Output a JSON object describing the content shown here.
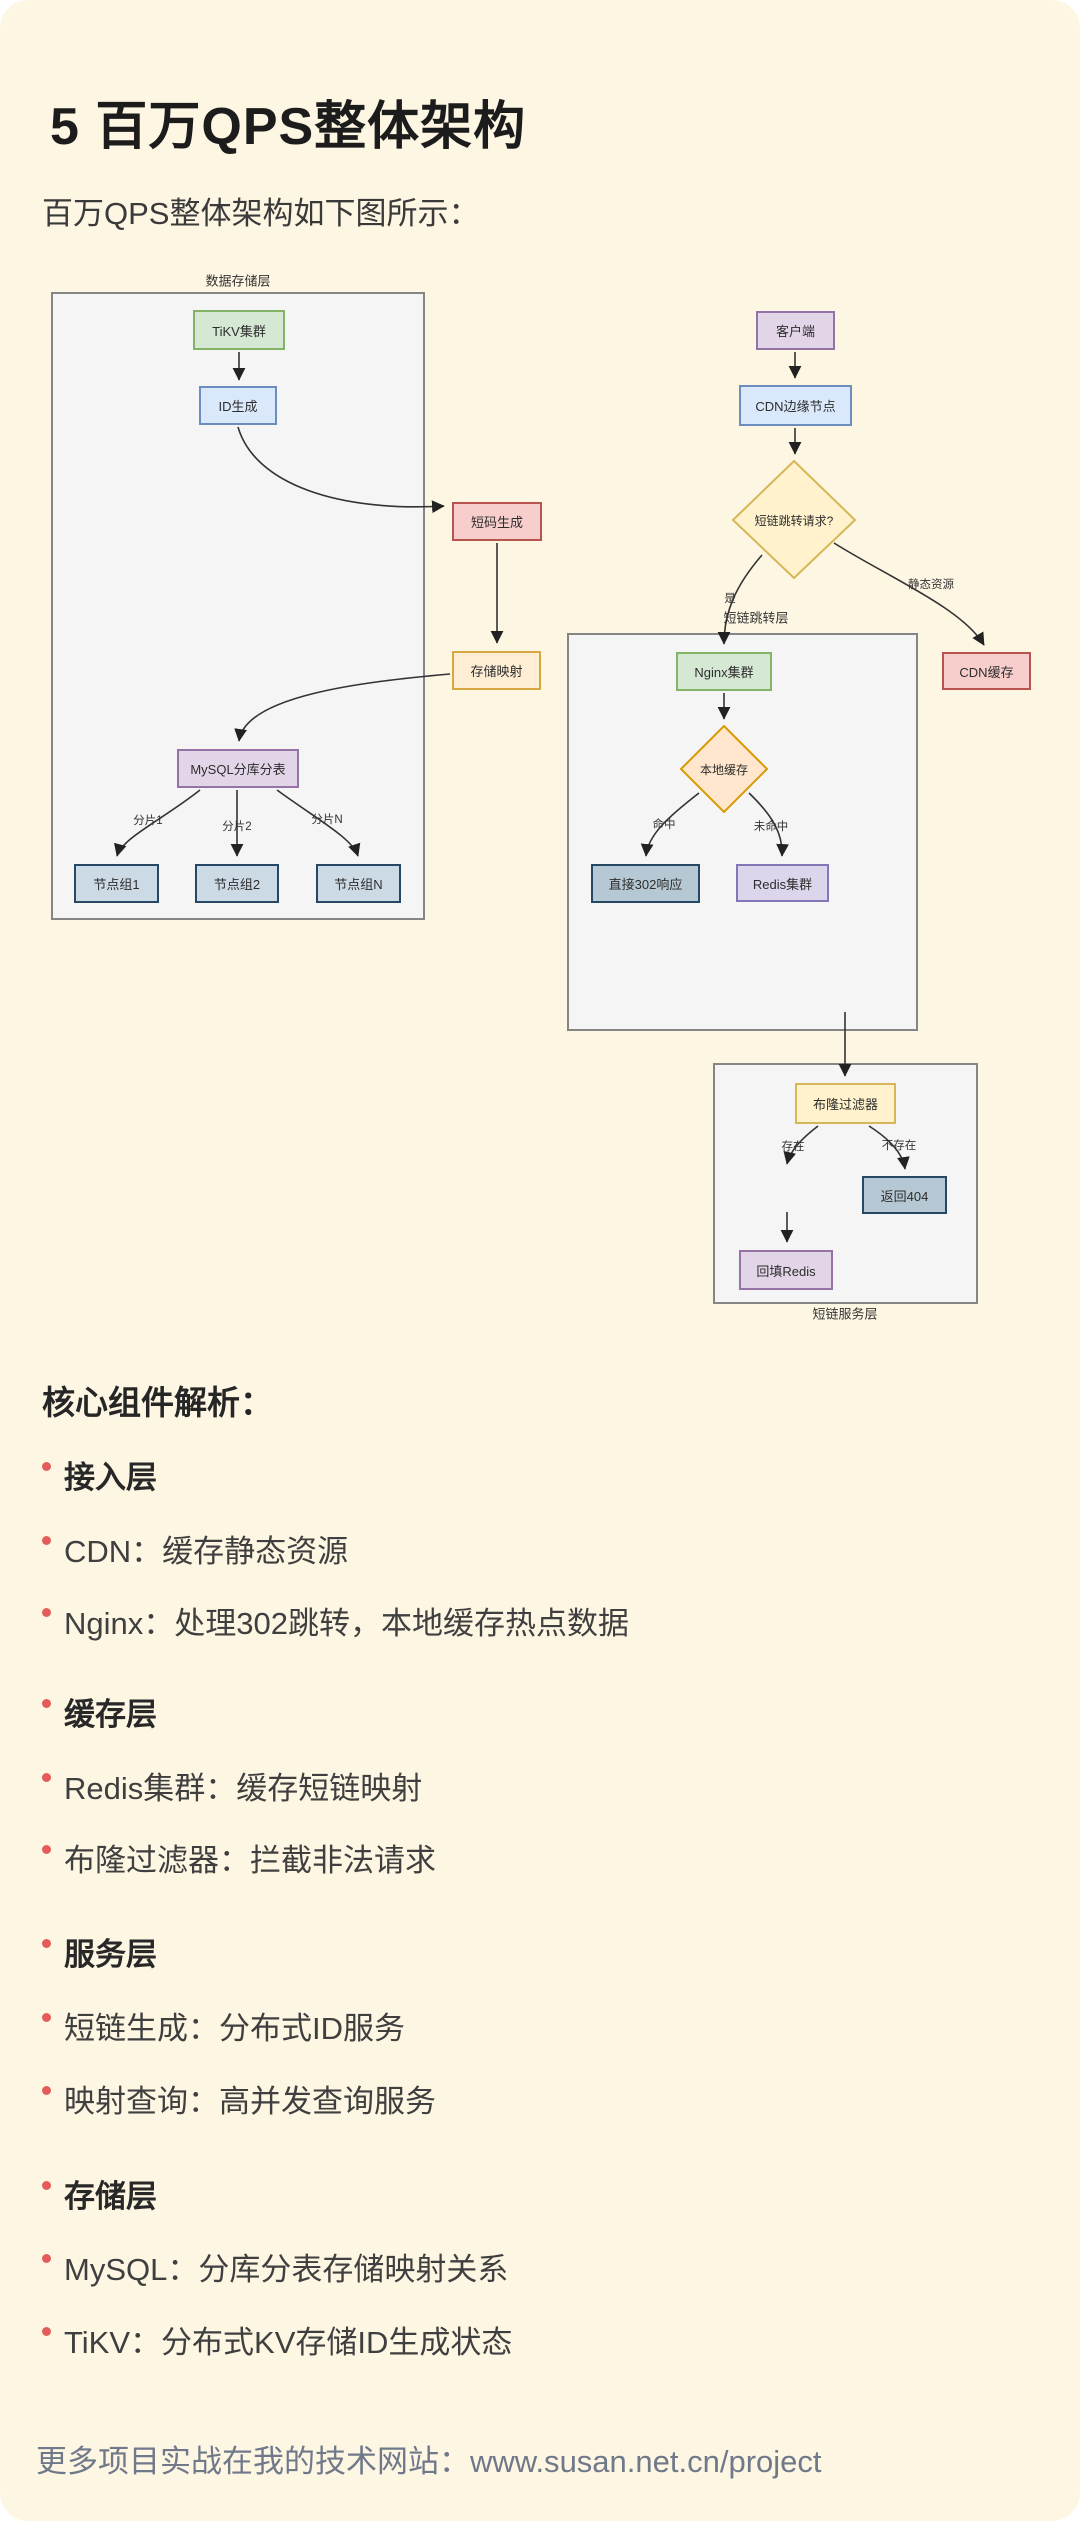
{
  "page": {
    "title": "5 百万QPS整体架构",
    "subtitle": "百万QPS整体架构如下图所示：",
    "footer": "更多项目实战在我的技术网站：www.susan.net.cn/project"
  },
  "diagram": {
    "containers": {
      "storage_layer": "数据存储层",
      "redirect_layer": "短链跳转层",
      "service_layer": "短链服务层"
    },
    "nodes": {
      "tikv": "TiKV集群",
      "idgen": "ID生成",
      "shortcode": "短码生成",
      "storemap": "存储映射",
      "mysql": "MySQL分库分表",
      "node1": "节点组1",
      "node2": "节点组2",
      "nodeN": "节点组N",
      "client": "客户端",
      "cdn_edge": "CDN边缘节点",
      "redirect_check": "短链跳转请求?",
      "cdn_cache": "CDN缓存",
      "nginx": "Nginx集群",
      "local_cache": "本地缓存",
      "resp302": "直接302响应",
      "redis": "Redis集群",
      "bloom": "布隆过滤器",
      "ret404": "返回404",
      "backfill_redis": "回填Redis"
    },
    "edge_labels": {
      "shard1": "分片1",
      "shard2": "分片2",
      "shardN": "分片N",
      "yes": "是",
      "static_res": "静态资源",
      "hit": "命中",
      "miss": "未命中",
      "exists": "存在",
      "not_exists": "不存在"
    },
    "palette": {
      "green_fill": "#d5e8d4",
      "green_border": "#82b366",
      "blue_fill": "#dae8fc",
      "blue_border": "#6c8ebf",
      "red_fill": "#f8cecc",
      "red_border": "#b85450",
      "purple_fill": "#e1d5e7",
      "purple_border": "#9673a6",
      "lavender_fill": "#dcd5ec",
      "lavender_border": "#8378b5",
      "steel_fill": "#b6c8d3",
      "steel_light_fill": "#ccdae6",
      "steel_border": "#274864",
      "yellow_fill": "#fff2cc",
      "yellow_border": "#d6b656",
      "orange_fill": "#ffe6cc",
      "orange_border": "#d79b00",
      "orange_light_fill": "#ffeed4",
      "orange_light_border": "#d9a741",
      "container_fill": "#f5f5f6",
      "container_border": "#858585",
      "page_bg": "#fdf6e3",
      "bullet": "#e25d5a",
      "footer_text": "#70798a"
    }
  },
  "analysis": {
    "heading": "核心组件解析：",
    "groups": [
      {
        "title": "接入层",
        "items": [
          "CDN：缓存静态资源",
          "Nginx：处理302跳转，本地缓存热点数据"
        ]
      },
      {
        "title": "缓存层",
        "items": [
          "Redis集群：缓存短链映射",
          "布隆过滤器：拦截非法请求"
        ]
      },
      {
        "title": "服务层",
        "items": [
          "短链生成：分布式ID服务",
          "映射查询：高并发查询服务"
        ]
      },
      {
        "title": "存储层",
        "items": [
          "MySQL：分库分表存储映射关系",
          "TiKV：分布式KV存储ID生成状态"
        ]
      }
    ]
  }
}
